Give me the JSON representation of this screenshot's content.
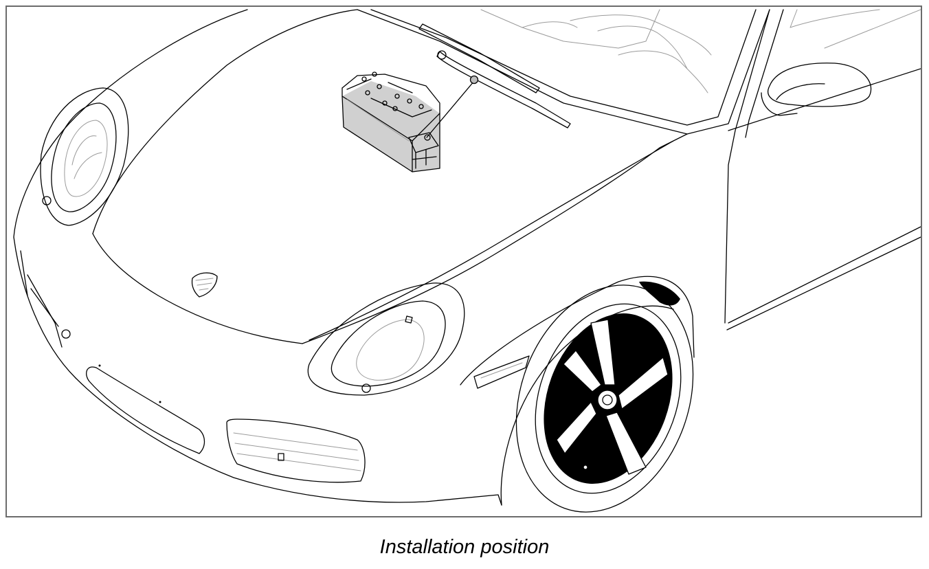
{
  "figure": {
    "caption": "Installation position",
    "colors": {
      "frame": "#6b6b6b",
      "linework": "#000000",
      "battery_fill": "#d0d0d0",
      "wheel_fill": "#000000"
    },
    "callout": {
      "marker": "callout-dot",
      "target": "battery"
    }
  }
}
